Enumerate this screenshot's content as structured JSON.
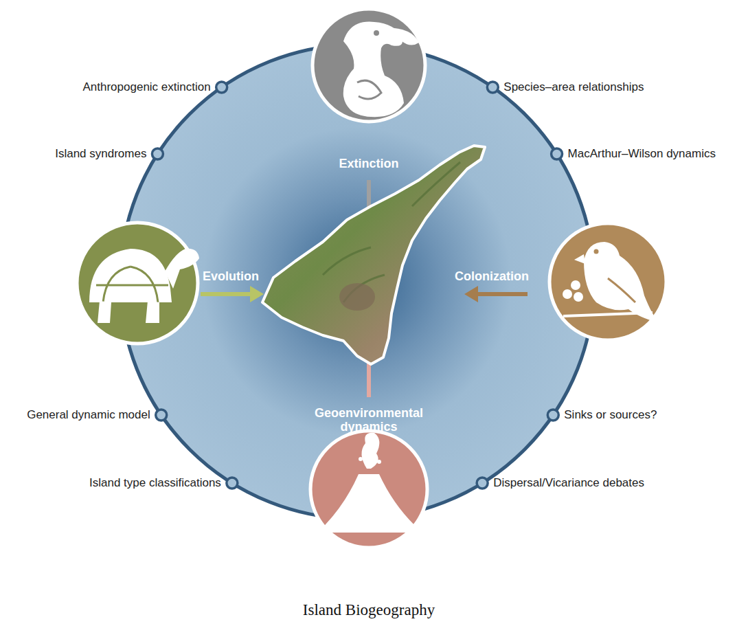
{
  "diagram": {
    "caption": "Island Biogeography",
    "labels": [
      "Extinction",
      "Evolution",
      "Colonization",
      "Geoenvironmental dynamics",
      "Anthropogenic extinction",
      "Species–area relationships",
      "Island syndromes",
      "MacArthur–Wilson dynamics",
      "General dynamic model",
      "Sinks or sources?",
      "Island type classifications",
      "Dispersal/Vicariance debates"
    ]
  }
}
